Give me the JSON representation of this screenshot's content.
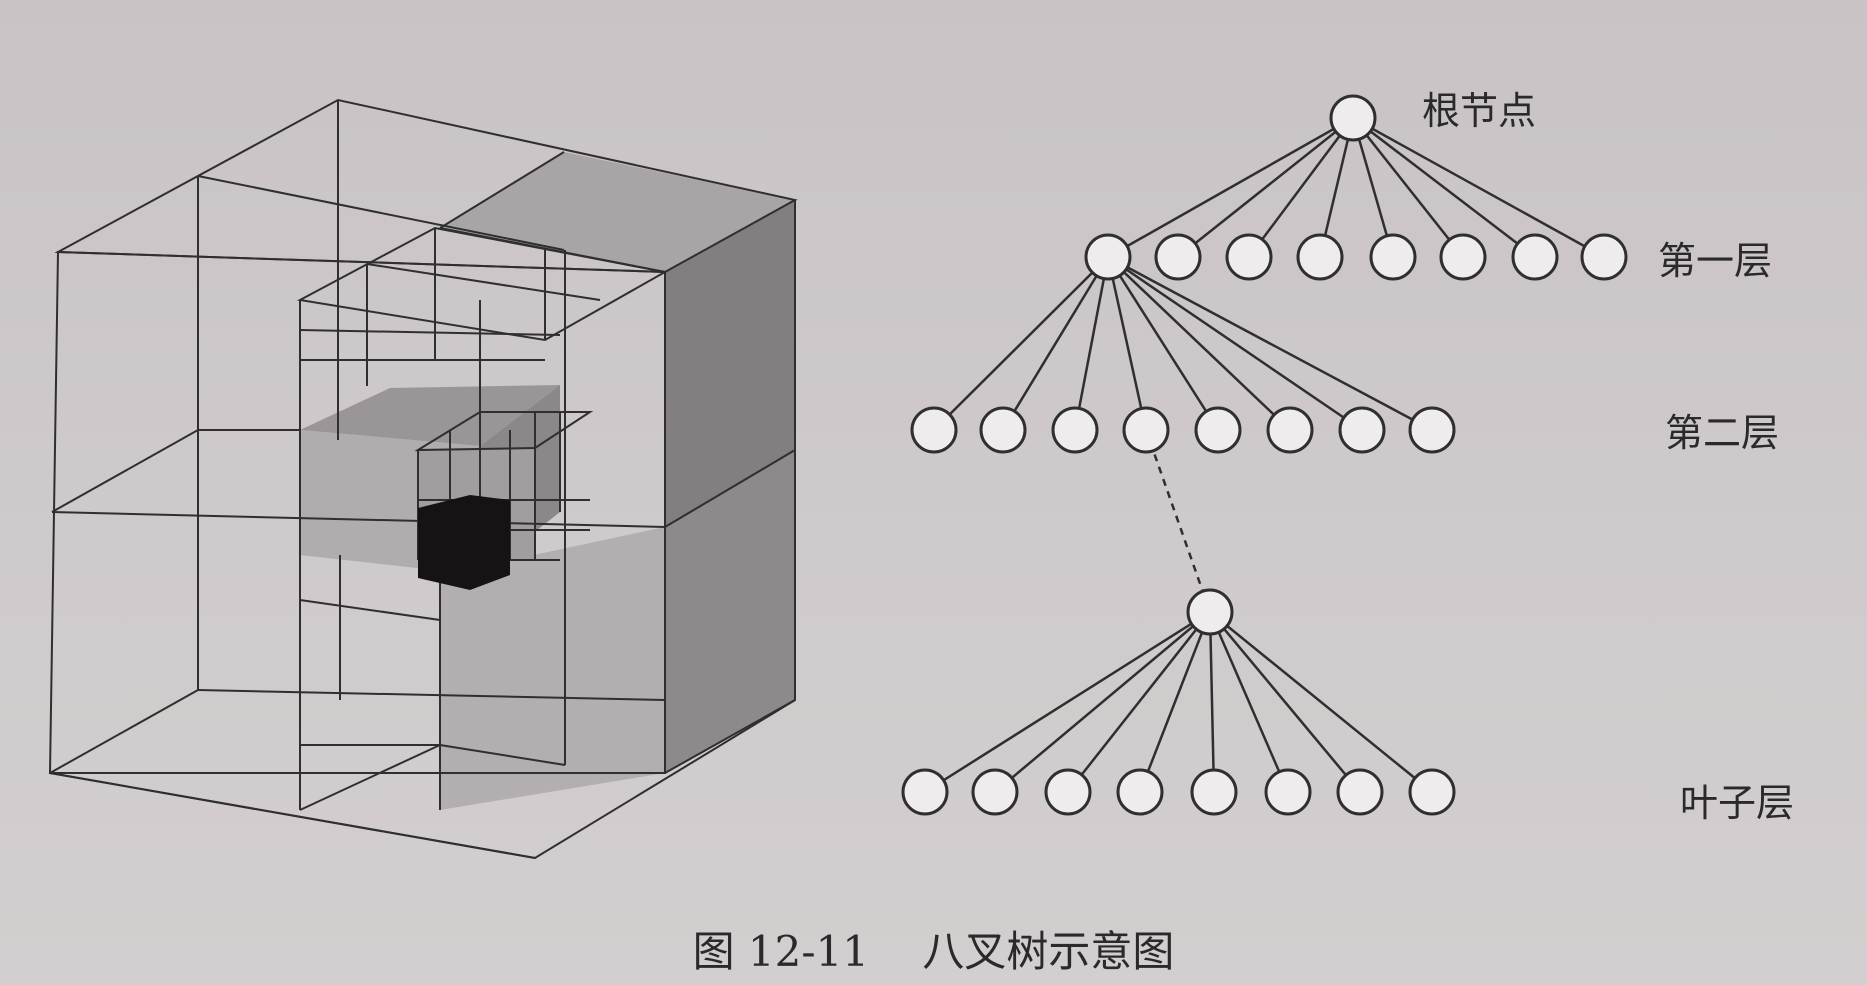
{
  "labels": {
    "root": "根节点",
    "level1": "第一层",
    "level2": "第二层",
    "leaf": "叶子层"
  },
  "caption": "图 12-11    八叉树示意图",
  "colors": {
    "line": "#2f2f2f",
    "node_fill": "#efecee",
    "face_light": "#a7a2a4",
    "face_mid": "#8e898b",
    "face_dark": "#7b7678",
    "cube_black": "#151313"
  }
}
